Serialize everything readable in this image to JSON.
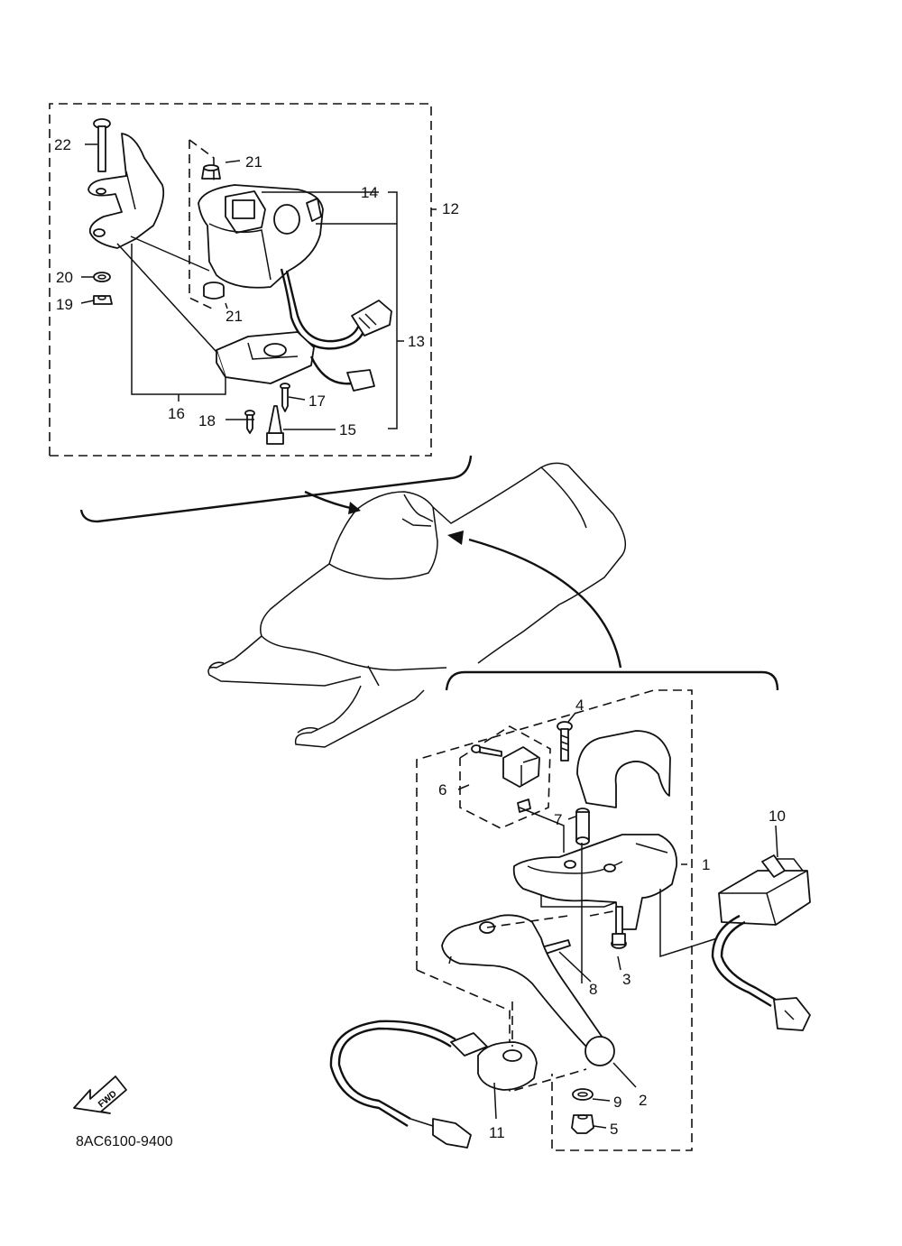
{
  "diagram_code": "8AC6100-9400",
  "fwd_label": "FWD",
  "callouts": {
    "c1": "1",
    "c2": "2",
    "c3": "3",
    "c4": "4",
    "c5": "5",
    "c6": "6",
    "c7": "7",
    "c8": "8",
    "c9": "9",
    "c10": "10",
    "c11": "11",
    "c12": "12",
    "c13": "13",
    "c14": "14",
    "c15": "15",
    "c16": "16",
    "c17": "17",
    "c18": "18",
    "c19": "19",
    "c20": "20",
    "c21a": "21",
    "c21b": "21",
    "c22": "22"
  }
}
